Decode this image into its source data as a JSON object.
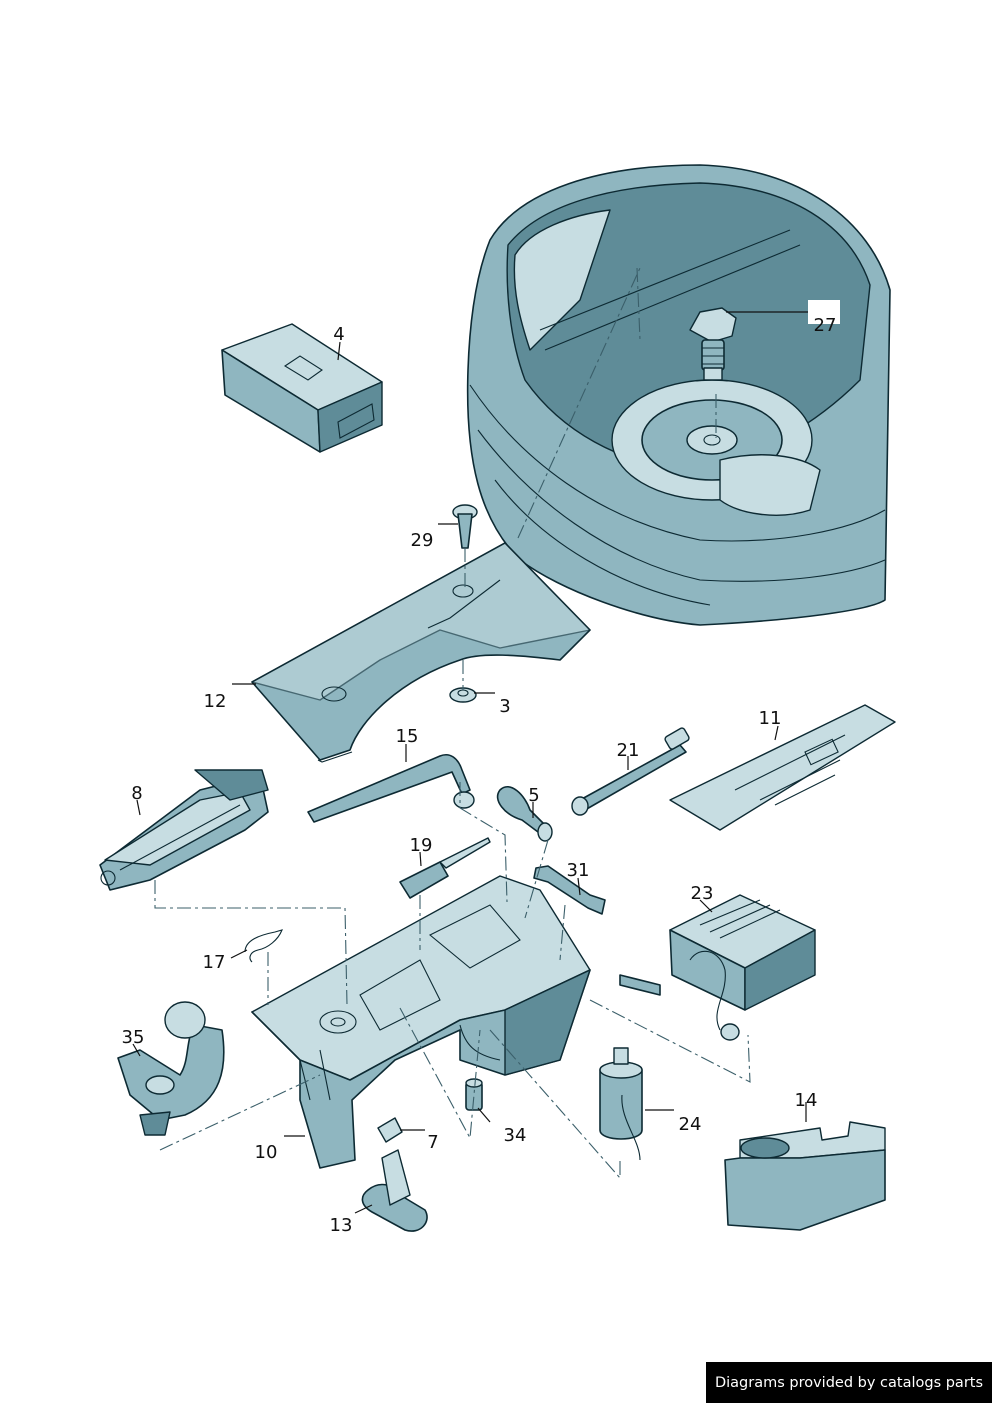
{
  "diagram": {
    "callouts": {
      "c3": "3",
      "c4": "4",
      "c5": "5",
      "c7": "7",
      "c8": "8",
      "c10": "10",
      "c11": "11",
      "c12": "12",
      "c13": "13",
      "c14": "14",
      "c15": "15",
      "c17": "17",
      "c19": "19",
      "c21": "21",
      "c23": "23",
      "c24": "24",
      "c27": "27",
      "c29": "29",
      "c31": "31",
      "c34": "34",
      "c35": "35"
    }
  },
  "footer": {
    "credit": "Diagrams provided by catalogs parts"
  },
  "colors": {
    "part_fill": "#8fb6c0",
    "part_outline": "#0d2a33",
    "background": "#ffffff",
    "footer_bg": "#000000",
    "footer_text": "#ffffff"
  }
}
